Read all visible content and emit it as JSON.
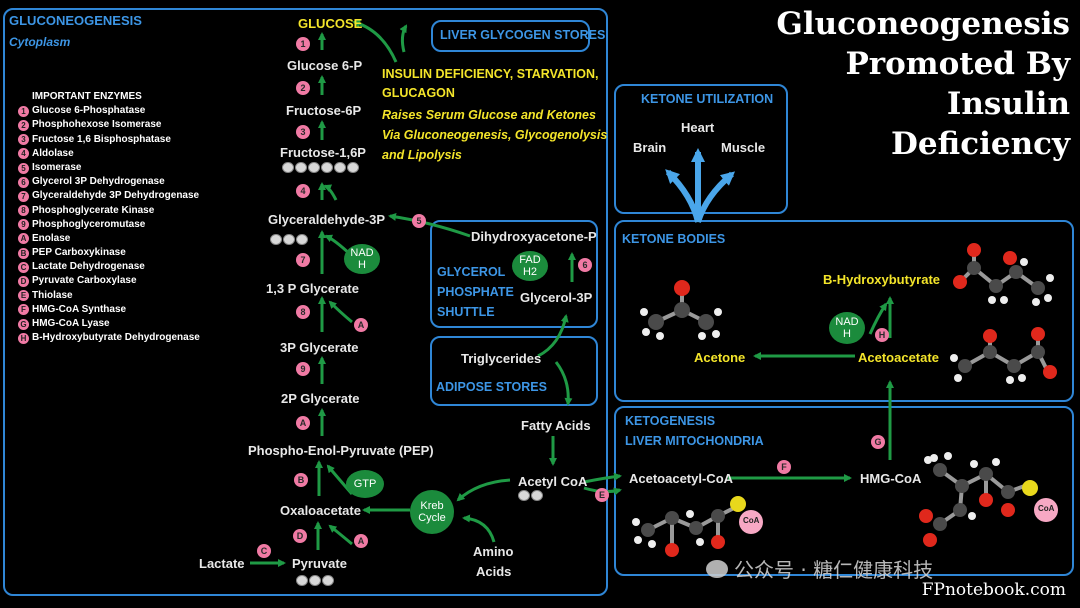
{
  "header": {
    "section": "GLUCONEOGENESIS",
    "subsection": "Cytoplasm",
    "title": [
      "Gluconeogenesis",
      "Promoted By",
      "Insulin",
      "Deficiency"
    ]
  },
  "enzymes": {
    "heading": "IMPORTANT ENZYMES",
    "items": [
      {
        "mark": "1",
        "name": "Glucose 6-Phosphatase"
      },
      {
        "mark": "2",
        "name": "Phosphohexose Isomerase"
      },
      {
        "mark": "3",
        "name": "Fructose 1,6 Bisphosphatase"
      },
      {
        "mark": "4",
        "name": "Aldolase"
      },
      {
        "mark": "5",
        "name": "Isomerase"
      },
      {
        "mark": "6",
        "name": "Glycerol 3P Dehydrogenase"
      },
      {
        "mark": "7",
        "name": "Glyceraldehyde 3P Dehydrogenase"
      },
      {
        "mark": "8",
        "name": "Phosphoglycerate Kinase"
      },
      {
        "mark": "9",
        "name": "Phosphoglyceromutase"
      },
      {
        "mark": "A",
        "name": "Enolase"
      },
      {
        "mark": "B",
        "name": "PEP Carboxykinase"
      },
      {
        "mark": "C",
        "name": "Lactate Dehydrogenase"
      },
      {
        "mark": "D",
        "name": "Pyruvate Carboxylase"
      },
      {
        "mark": "E",
        "name": "Thiolase"
      },
      {
        "mark": "F",
        "name": "HMG-CoA Synthase"
      },
      {
        "mark": "G",
        "name": "HMG-CoA Lyase"
      },
      {
        "mark": "H",
        "name": "B-Hydroxybutyrate Dehydrogenase"
      }
    ]
  },
  "pathway": {
    "glucose": "GLUCOSE",
    "g6p": "Glucose 6-P",
    "f6p": "Fructose-6P",
    "f16p": "Fructose-1,6P",
    "g3p": "Glyceraldehyde-3P",
    "bpg": "1,3 P Glycerate",
    "pg3": "3P Glycerate",
    "pg2": "2P Glycerate",
    "pep": "Phospho-Enol-Pyruvate (PEP)",
    "oaa": "Oxaloacetate",
    "pyruvate": "Pyruvate",
    "lactate": "Lactate",
    "dhap": "Dihydroxyacetone-P",
    "glycerol3p": "Glycerol-3P",
    "triglycerides": "Triglycerides",
    "fatty_acids": "Fatty Acids",
    "acetyl_coa": "Acetyl CoA",
    "amino": "Amino",
    "acids": "Acids"
  },
  "cofactors": {
    "nad": "NAD",
    "h": "H",
    "fad": "FAD",
    "h2": "H2",
    "gtp": "GTP",
    "kreb": "Kreb",
    "cycle": "Cycle"
  },
  "boxes": {
    "liver_glycogen": "LIVER GLYCOGEN STORES",
    "glycerol_shuttle": [
      "GLYCEROL",
      "PHOSPHATE",
      "SHUTTLE"
    ],
    "adipose": "ADIPOSE STORES"
  },
  "notes": {
    "cause": [
      "INSULIN DEFICIENCY, STARVATION,",
      "GLUCAGON"
    ],
    "effect": [
      "Raises Serum Glucose and Ketones",
      "Via Gluconeogenesis, Glycogenolysis",
      "and Lipolysis"
    ]
  },
  "ketone_utilization": {
    "heading": "KETONE UTILIZATION",
    "heart": "Heart",
    "brain": "Brain",
    "muscle": "Muscle"
  },
  "ketone_bodies": {
    "heading": "KETONE BODIES",
    "bhb": "B-Hydroxybutyrate",
    "acetone": "Acetone",
    "acetoacetate": "Acetoacetate"
  },
  "ketogenesis": {
    "heading": [
      "KETOGENESIS",
      "LIVER MITOCHONDRIA"
    ],
    "acetoacetyl_coa": "Acetoacetyl-CoA",
    "hmg_coa": "HMG-CoA",
    "coa": "CoA"
  },
  "watermark": {
    "wechat": "公众号 · 糖仁健康科技",
    "site": "FPnotebook.com"
  },
  "colors": {
    "panel_border": "#2f86d6",
    "arrow": "#1f9a45",
    "highlight": "#f4e52a",
    "enzyme_marker": "#f07aa4",
    "utilization_arrow": "#4aa6ea"
  }
}
